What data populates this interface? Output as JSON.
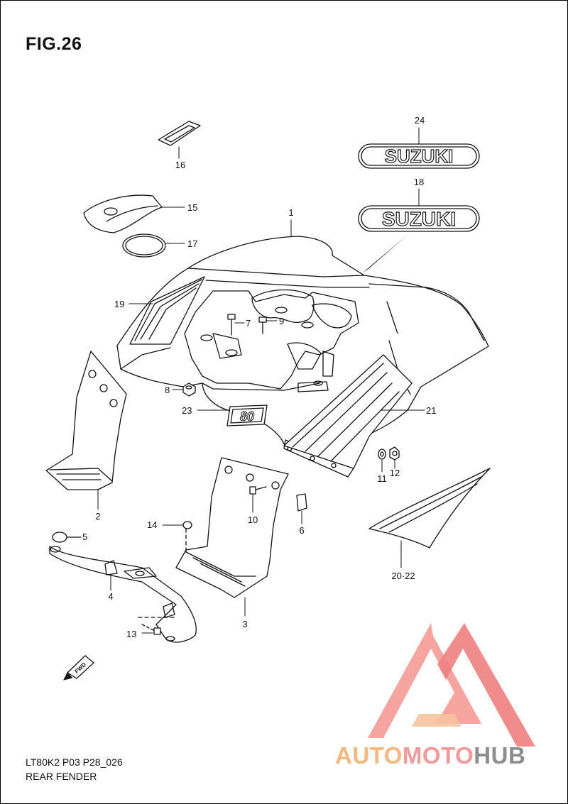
{
  "figure": {
    "title": "FIG.26"
  },
  "footer": {
    "code": "LT80K2 P03 P28_026",
    "name": "REAR FENDER"
  },
  "direction_tag": "FWD",
  "decals": {
    "brand_upper": "SUZUKI",
    "brand_lower": "SUZUKI",
    "model_badge": "80"
  },
  "callouts": {
    "c1": "1",
    "c2": "2",
    "c3": "3",
    "c4": "4",
    "c5": "5",
    "c6": "6",
    "c7": "7",
    "c8": "8",
    "c9": "9",
    "c10": "10",
    "c11": "11",
    "c12": "12",
    "c13": "13",
    "c14": "14",
    "c15": "15",
    "c16": "16",
    "c17": "17",
    "c18": "18",
    "c19": "19",
    "c20_22": "20·22",
    "c21": "21",
    "c23": "23",
    "c24": "24"
  },
  "watermark": {
    "part1": "AUTO",
    "part2": "MOTO",
    "part3": "HUB"
  },
  "colors": {
    "watermark_red": "#f08080",
    "watermark_orange": "#f4b880",
    "watermark_gray": "#8d8d8d"
  }
}
